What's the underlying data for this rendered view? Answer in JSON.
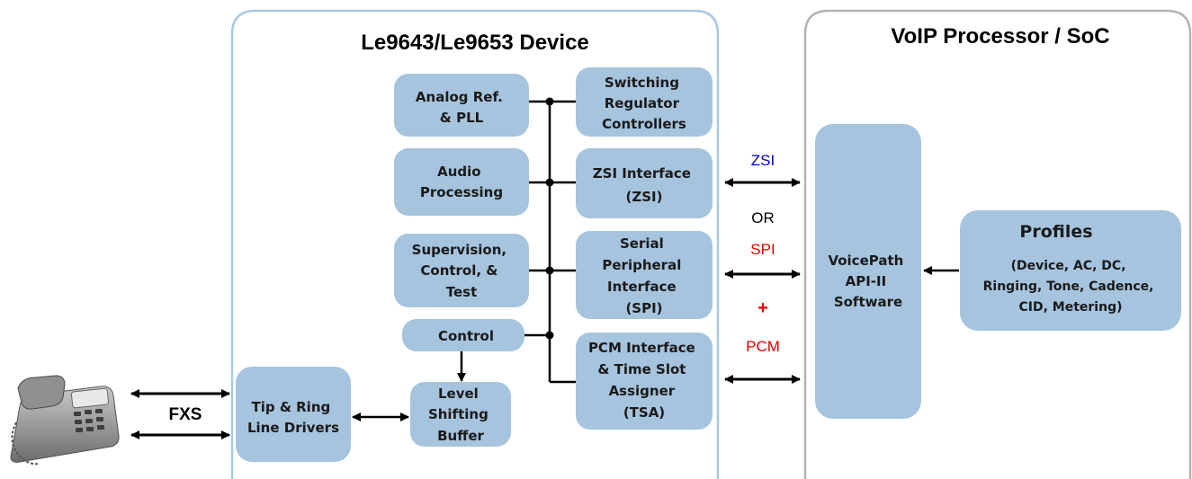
{
  "colors": {
    "block_fill": "#a6c4de",
    "device_border": "#a9c9e4",
    "processor_border": "#b3b3b3",
    "link_blue": "#0000cc",
    "link_red": "#e00000"
  },
  "device": {
    "title": "Le9643/Le9653 Device",
    "blocks": {
      "analog_ref": [
        "Analog Ref.",
        "& PLL"
      ],
      "audio": [
        "Audio",
        "Processing"
      ],
      "supervision": [
        "Supervision,",
        "Control, &",
        "Test"
      ],
      "control": [
        "Control"
      ],
      "level_shift": [
        "Level",
        "Shifting",
        "Buffer"
      ],
      "tip_ring": [
        "Tip & Ring",
        "Line Drivers"
      ],
      "switching": [
        "Switching",
        "Regulator",
        "Controllers"
      ],
      "zsi": [
        "ZSI Interface",
        "(ZSI)"
      ],
      "spi": [
        "Serial",
        "Peripheral",
        "Interface",
        "(SPI)"
      ],
      "pcm": [
        "PCM Interface",
        "& Time Slot",
        "Assigner",
        "(TSA)"
      ]
    }
  },
  "processor": {
    "title": "VoIP Processor / SoC",
    "voicepath": [
      "VoicePath",
      "API-II",
      "Software"
    ],
    "profiles_title": "Profiles",
    "profiles_lines": [
      "(Device, AC, DC,",
      "Ringing, Tone, Cadence,",
      "CID, Metering)"
    ]
  },
  "links": {
    "zsi": "ZSI",
    "or": "OR",
    "spi": "SPI",
    "plus": "+",
    "pcm": "PCM",
    "fxs": "FXS"
  },
  "icons": {
    "phone": "desk-telephone-icon"
  }
}
